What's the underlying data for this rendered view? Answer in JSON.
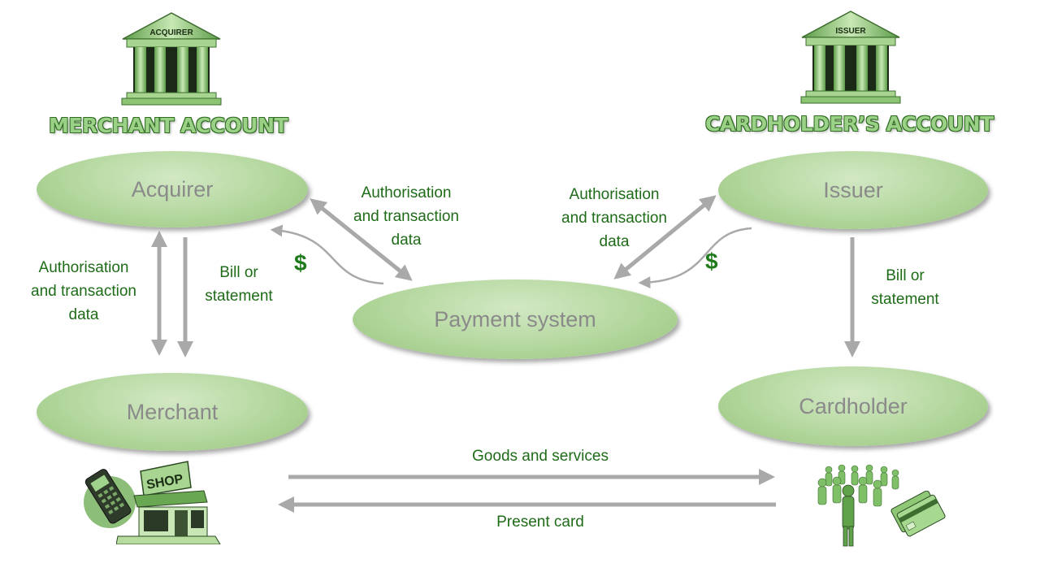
{
  "banks": {
    "acquirer_sign": "ACQUIRER",
    "issuer_sign": "ISSUER",
    "merchant_account": "MERCHANT ACCOUNT",
    "cardholder_account": "CARDHOLDER’S ACCOUNT"
  },
  "nodes": {
    "acquirer": "Acquirer",
    "issuer": "Issuer",
    "payment_system": "Payment system",
    "merchant": "Merchant",
    "cardholder": "Cardholder"
  },
  "labels": {
    "auth_left": [
      "Authorisation",
      "and transaction",
      "data"
    ],
    "auth_center_left": [
      "Authorisation",
      "and transaction",
      "data"
    ],
    "auth_center_right": [
      "Authorisation",
      "and transaction",
      "data"
    ],
    "bill_left": [
      "Bill or",
      "statement"
    ],
    "bill_right": [
      "Bill or",
      "statement"
    ],
    "dollar_left": "$",
    "dollar_right": "$",
    "goods": "Goods and services",
    "present_card": "Present card",
    "shop_sign": "SHOP"
  },
  "colors": {
    "node_fill": "#b3d79d",
    "label_text": "#1e6b18",
    "arrow": "#a9a9a9",
    "heading_fill": "#9bd186"
  },
  "icons": [
    "acquirer-bank-icon",
    "issuer-bank-icon",
    "card-terminal-icon",
    "shop-icon",
    "people-crowd-icon",
    "credit-cards-icon"
  ]
}
